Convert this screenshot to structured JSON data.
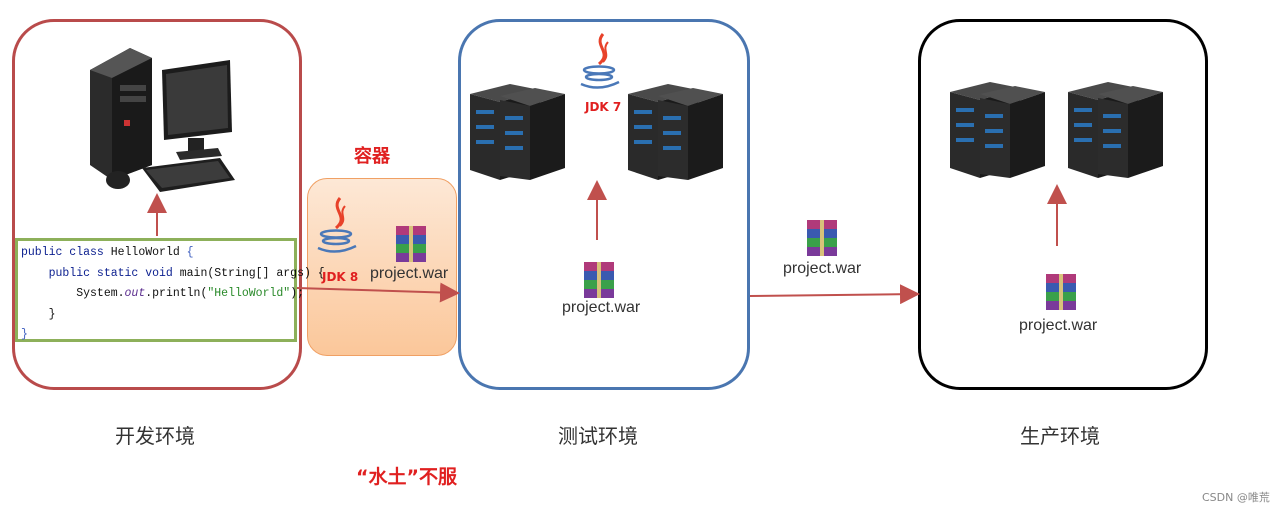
{
  "environments": {
    "dev": "开发环境",
    "test": "测试环境",
    "prod": "生产环境"
  },
  "container_label": "容器",
  "slogan": "“水土”不服",
  "jdk8": "JDK 8",
  "jdk7": "JDK 7",
  "war": "project.war",
  "code": {
    "line1_kw": "public class",
    "line1_name": " HelloWorld ",
    "line1_brace": "{",
    "line2_kw": "public static void",
    "line2_rest": " main(String[] args) {",
    "line3_a": "System.",
    "line3_out": "out",
    "line3_b": ".println(",
    "line3_str": "\"HelloWorld\"",
    "line3_c": ");",
    "line4": "}",
    "line5": "}"
  },
  "watermark": "CSDN @唯荒",
  "colors": {
    "dev_border": "#b94b4b",
    "test_border": "#4a76b0",
    "prod_border": "#000000",
    "arrow": "#c0504d",
    "accent_red": "#e02020"
  }
}
